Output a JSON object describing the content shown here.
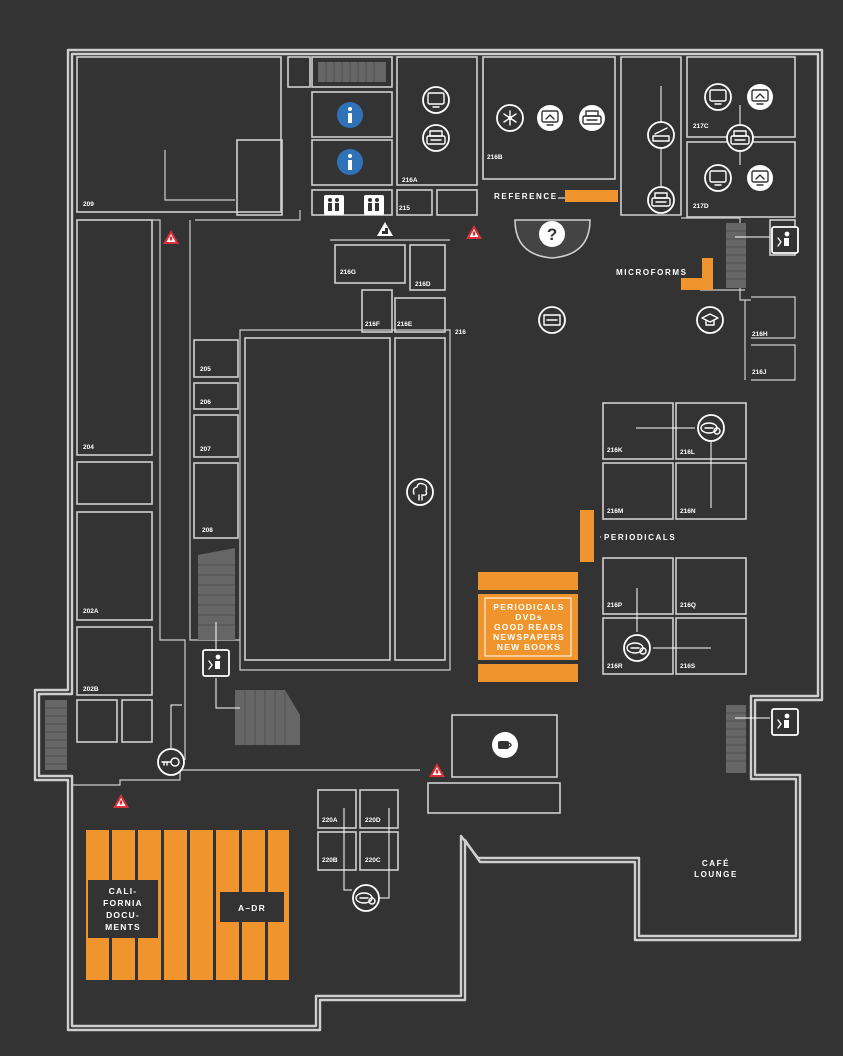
{
  "map": {
    "rooms": {
      "r209": "209",
      "r204": "204",
      "r205": "205",
      "r206": "206",
      "r207": "207",
      "r208": "208",
      "r202a": "202A",
      "r202b": "202B",
      "r215": "215",
      "r216a": "216A",
      "r216b": "216B",
      "r217c": "217C",
      "r217d": "217D",
      "r216": "216",
      "r216g": "216G",
      "r216d": "216D",
      "r216f": "216F",
      "r216e": "216E",
      "r216h": "216H",
      "r216j": "216J",
      "r216k": "216K",
      "r216l": "216L",
      "r216m": "216M",
      "r216n": "216N",
      "r216p": "216P",
      "r216q": "216Q",
      "r216r": "216R",
      "r216s": "216S",
      "r220a": "220A",
      "r220d": "220D",
      "r220b": "220B",
      "r220c": "220C"
    },
    "labels": {
      "reference": "REFERENCE",
      "microforms": "MICROFORMS",
      "periodicals": "PERIODICALS",
      "cafe_line1": "CAFÉ",
      "cafe_line2": "LOUNGE"
    },
    "collection_sign": [
      "PERIODICALS",
      "DVDs",
      "GOOD READS",
      "NEWSPAPERS",
      "NEW BOOKS"
    ],
    "california_docs": [
      "CALI-",
      "FORNIA",
      "DOCU-",
      "MENTS"
    ],
    "stacks_range": "A–DR",
    "icons": [
      "information-icon",
      "restroom-icon",
      "computer-icon",
      "printer-icon",
      "scanner-icon",
      "help-desk-icon",
      "microfilm-reader-icon",
      "group-study-icon",
      "elevator-icon",
      "stairs-icon",
      "hazard-icon",
      "key-icon",
      "cafe-icon",
      "graduation-icon",
      "tree-icon",
      "network-icon"
    ],
    "colors": {
      "background": "#333333",
      "walls": "#cfcfcf",
      "accent": "#f0952d",
      "info": "#2f72b8",
      "hazard": "#d9313a"
    }
  }
}
